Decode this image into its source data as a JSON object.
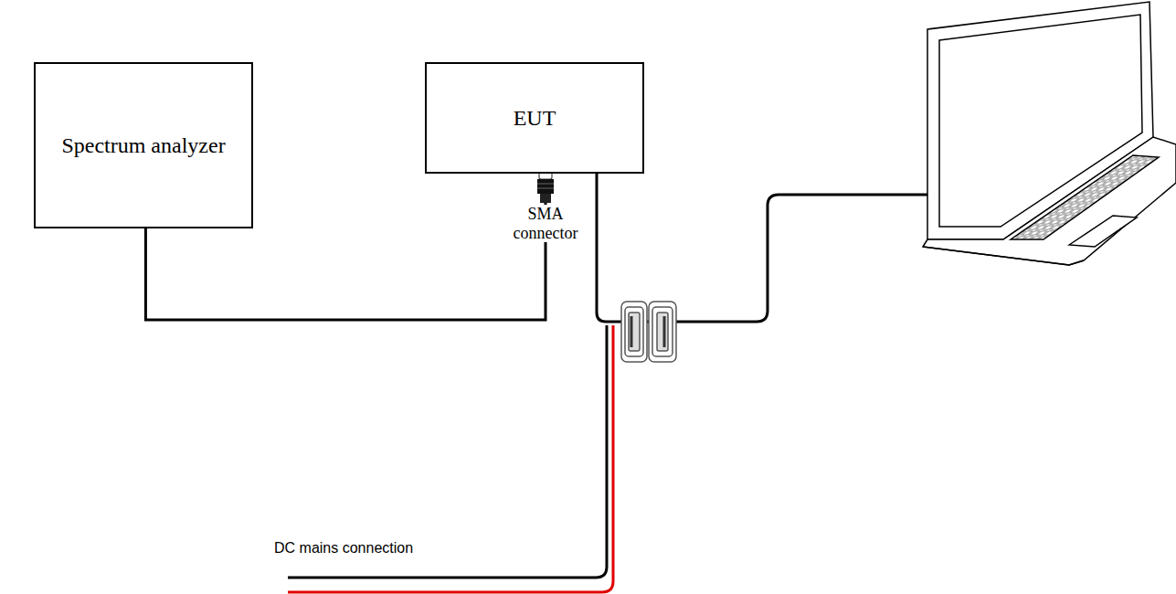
{
  "diagram": {
    "nodes": [
      {
        "text": [
          "Spectrum analyzer"
        ]
      },
      {
        "text": [
          "EUT"
        ]
      }
    ],
    "edges": [
      {
        "from": 0,
        "to": 1,
        "arrow": "none"
      }
    ],
    "labels": [
      "SMA connector",
      "DC mains connection"
    ]
  }
}
